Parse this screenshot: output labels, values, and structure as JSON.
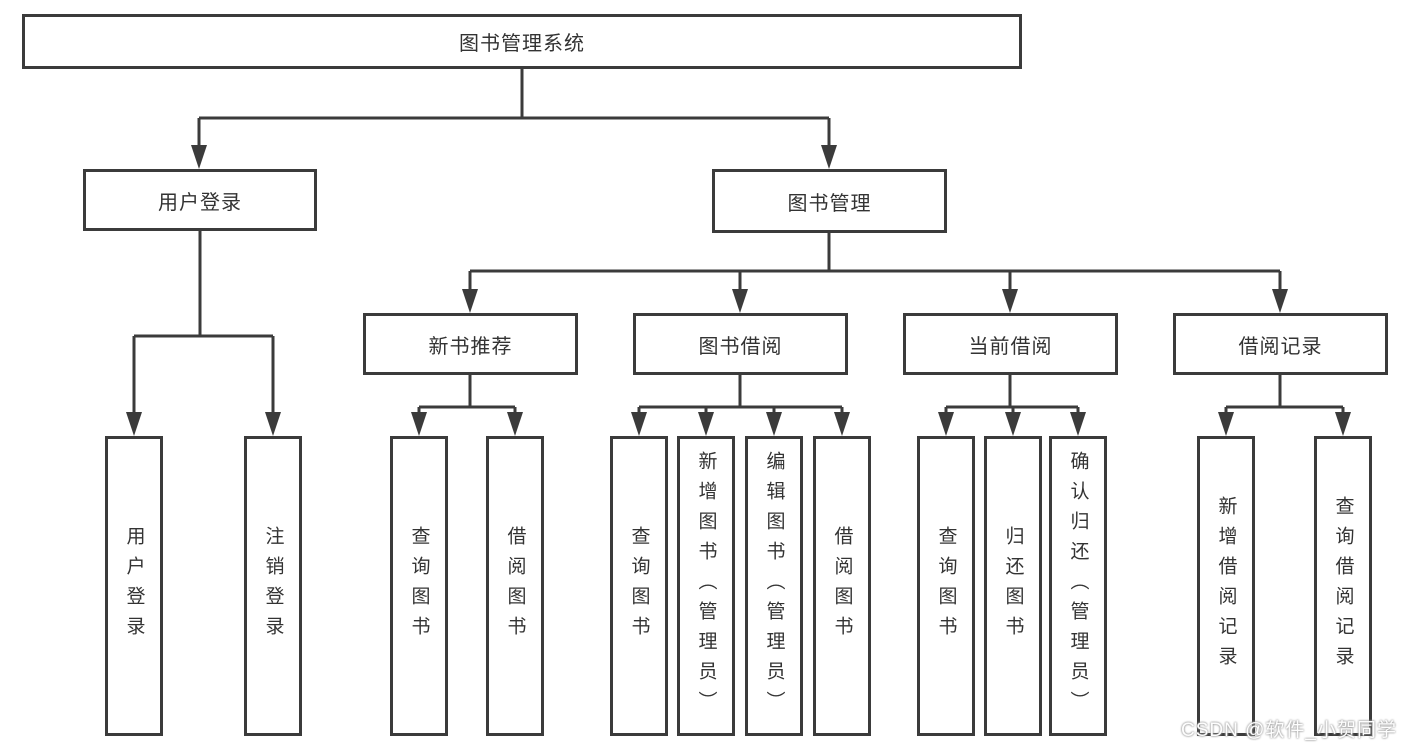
{
  "diagram": {
    "root": {
      "label": "图书管理系统"
    },
    "level2": [
      {
        "label": "用户登录"
      },
      {
        "label": "图书管理"
      }
    ],
    "level3": [
      {
        "label": "新书推荐"
      },
      {
        "label": "图书借阅"
      },
      {
        "label": "当前借阅"
      },
      {
        "label": "借阅记录"
      }
    ],
    "leaves": {
      "user_login": [
        "用户登录",
        "注销登录"
      ],
      "new_book": [
        "查询图书",
        "借阅图书"
      ],
      "book_borrow": [
        "查询图书",
        "新增图书（管理员）",
        "编辑图书（管理员）",
        "借阅图书"
      ],
      "current_borrow": [
        "查询图书",
        "归还图书",
        "确认归还（管理员）"
      ],
      "borrow_records": [
        "新增借阅记录",
        "查询借阅记录"
      ]
    }
  },
  "watermark": {
    "text": "CSDN @软件_小贺同学"
  },
  "colors": {
    "line": "#3b3b3b",
    "text": "#333333",
    "background": "#ffffff"
  }
}
